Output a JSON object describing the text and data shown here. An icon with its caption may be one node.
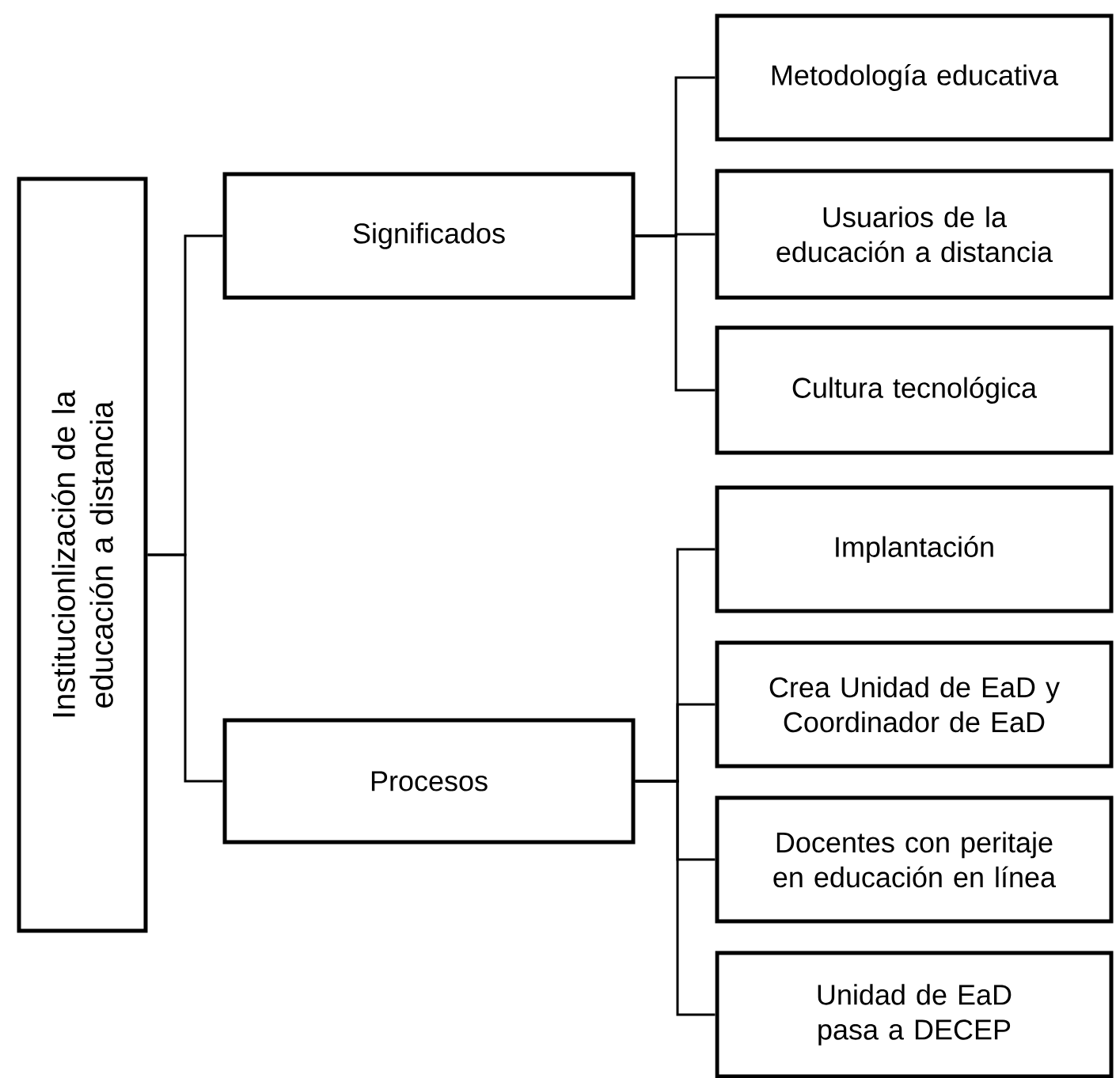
{
  "diagram": {
    "nodes": [
      {
        "text": [
          "Institucionlización de la educación a distancia"
        ]
      },
      {
        "text": [
          "Significados"
        ]
      },
      {
        "text": [
          "Procesos"
        ]
      },
      {
        "text": [
          "Metodología educativa"
        ]
      },
      {
        "text": [
          "Usuarios de la educación a distancia"
        ]
      },
      {
        "text": [
          "Cultura tecnológica"
        ]
      },
      {
        "text": [
          "Implantación"
        ]
      },
      {
        "text": [
          "Crea Unidad de EaD y Coordinador de EaD"
        ]
      },
      {
        "text": [
          "Docentes con peritaje en educación en línea"
        ]
      },
      {
        "text": [
          "Unidad de EaD pasa a DECEP"
        ]
      }
    ],
    "edges": [
      {
        "from": 0,
        "to": 1,
        "arrow": "none"
      },
      {
        "from": 0,
        "to": 2,
        "arrow": "none"
      },
      {
        "from": 1,
        "to": 3,
        "arrow": "none"
      },
      {
        "from": 1,
        "to": 4,
        "arrow": "none"
      },
      {
        "from": 1,
        "to": 5,
        "arrow": "none"
      },
      {
        "from": 2,
        "to": 6,
        "arrow": "none"
      },
      {
        "from": 2,
        "to": 7,
        "arrow": "none"
      },
      {
        "from": 2,
        "to": 8,
        "arrow": "none"
      },
      {
        "from": 2,
        "to": 9,
        "arrow": "none"
      }
    ]
  }
}
